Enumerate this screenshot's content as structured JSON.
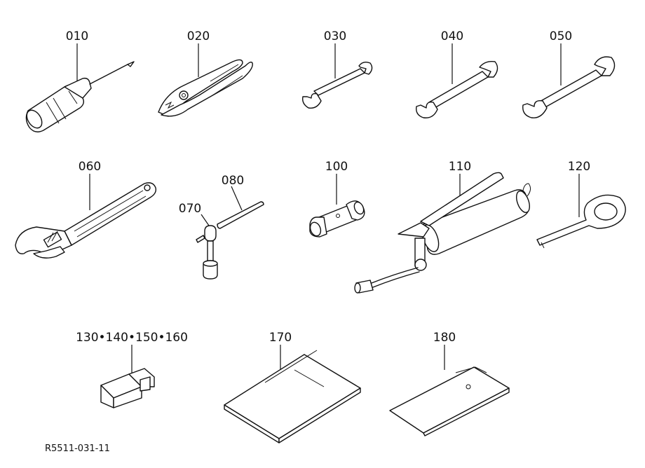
{
  "parts": {
    "p010": "010",
    "p020": "020",
    "p030": "030",
    "p040": "040",
    "p050": "050",
    "p060": "060",
    "p070": "070",
    "p080": "080",
    "p100": "100",
    "p110": "110",
    "p120": "120",
    "p130_160": "130•140•150•160",
    "p170": "170",
    "p180": "180"
  },
  "reference_code": "R5511-031-11"
}
